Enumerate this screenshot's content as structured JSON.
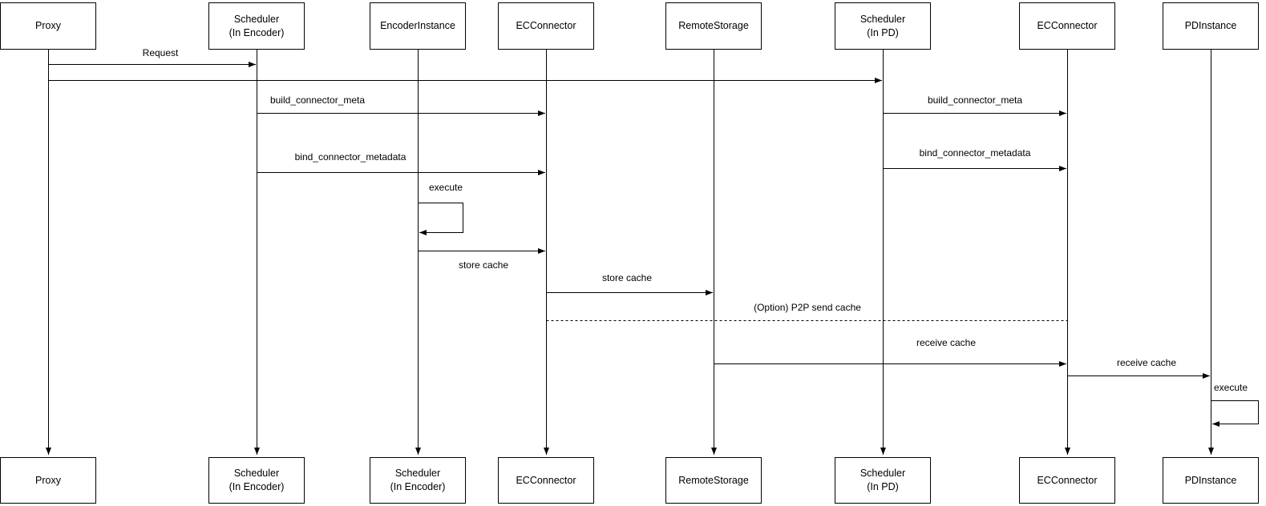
{
  "diagram": {
    "type": "sequence-diagram",
    "colors": {
      "background": "#ffffff",
      "line": "#000000",
      "text": "#000000"
    },
    "participants": [
      {
        "label": "Proxy"
      },
      {
        "label": "Scheduler\n(In Encoder)"
      },
      {
        "label": "EncoderInstance"
      },
      {
        "label": "ECConnector"
      },
      {
        "label": "RemoteStorage"
      },
      {
        "label": "Scheduler\n(In PD)"
      },
      {
        "label": "ECConnector"
      },
      {
        "label": "PDInstance"
      }
    ],
    "footers": [
      {
        "label": "Proxy"
      },
      {
        "label": "Scheduler\n(In Encoder)"
      },
      {
        "label": "Scheduler\n(In Encoder)"
      },
      {
        "label": "ECConnector"
      },
      {
        "label": "RemoteStorage"
      },
      {
        "label": "Scheduler\n(In PD)"
      },
      {
        "label": "ECConnector"
      },
      {
        "label": "PDInstance"
      }
    ],
    "messages": {
      "request": "Request",
      "build_connector_meta_left": "build_connector_meta",
      "build_connector_meta_right": "build_connector_meta",
      "bind_connector_metadata_left": "bind_connector_metadata",
      "bind_connector_metadata_right": "bind_connector_metadata",
      "execute_encoder": "execute",
      "store_cache_encoder_to_ec": "store cache",
      "store_cache_ec_to_remote": "store cache",
      "p2p_send_cache": "(Option) P2P send cache",
      "receive_cache_remote_to_ec": "receive cache",
      "receive_cache_ec_to_pd": "receive cache",
      "execute_pd": "execute"
    }
  }
}
